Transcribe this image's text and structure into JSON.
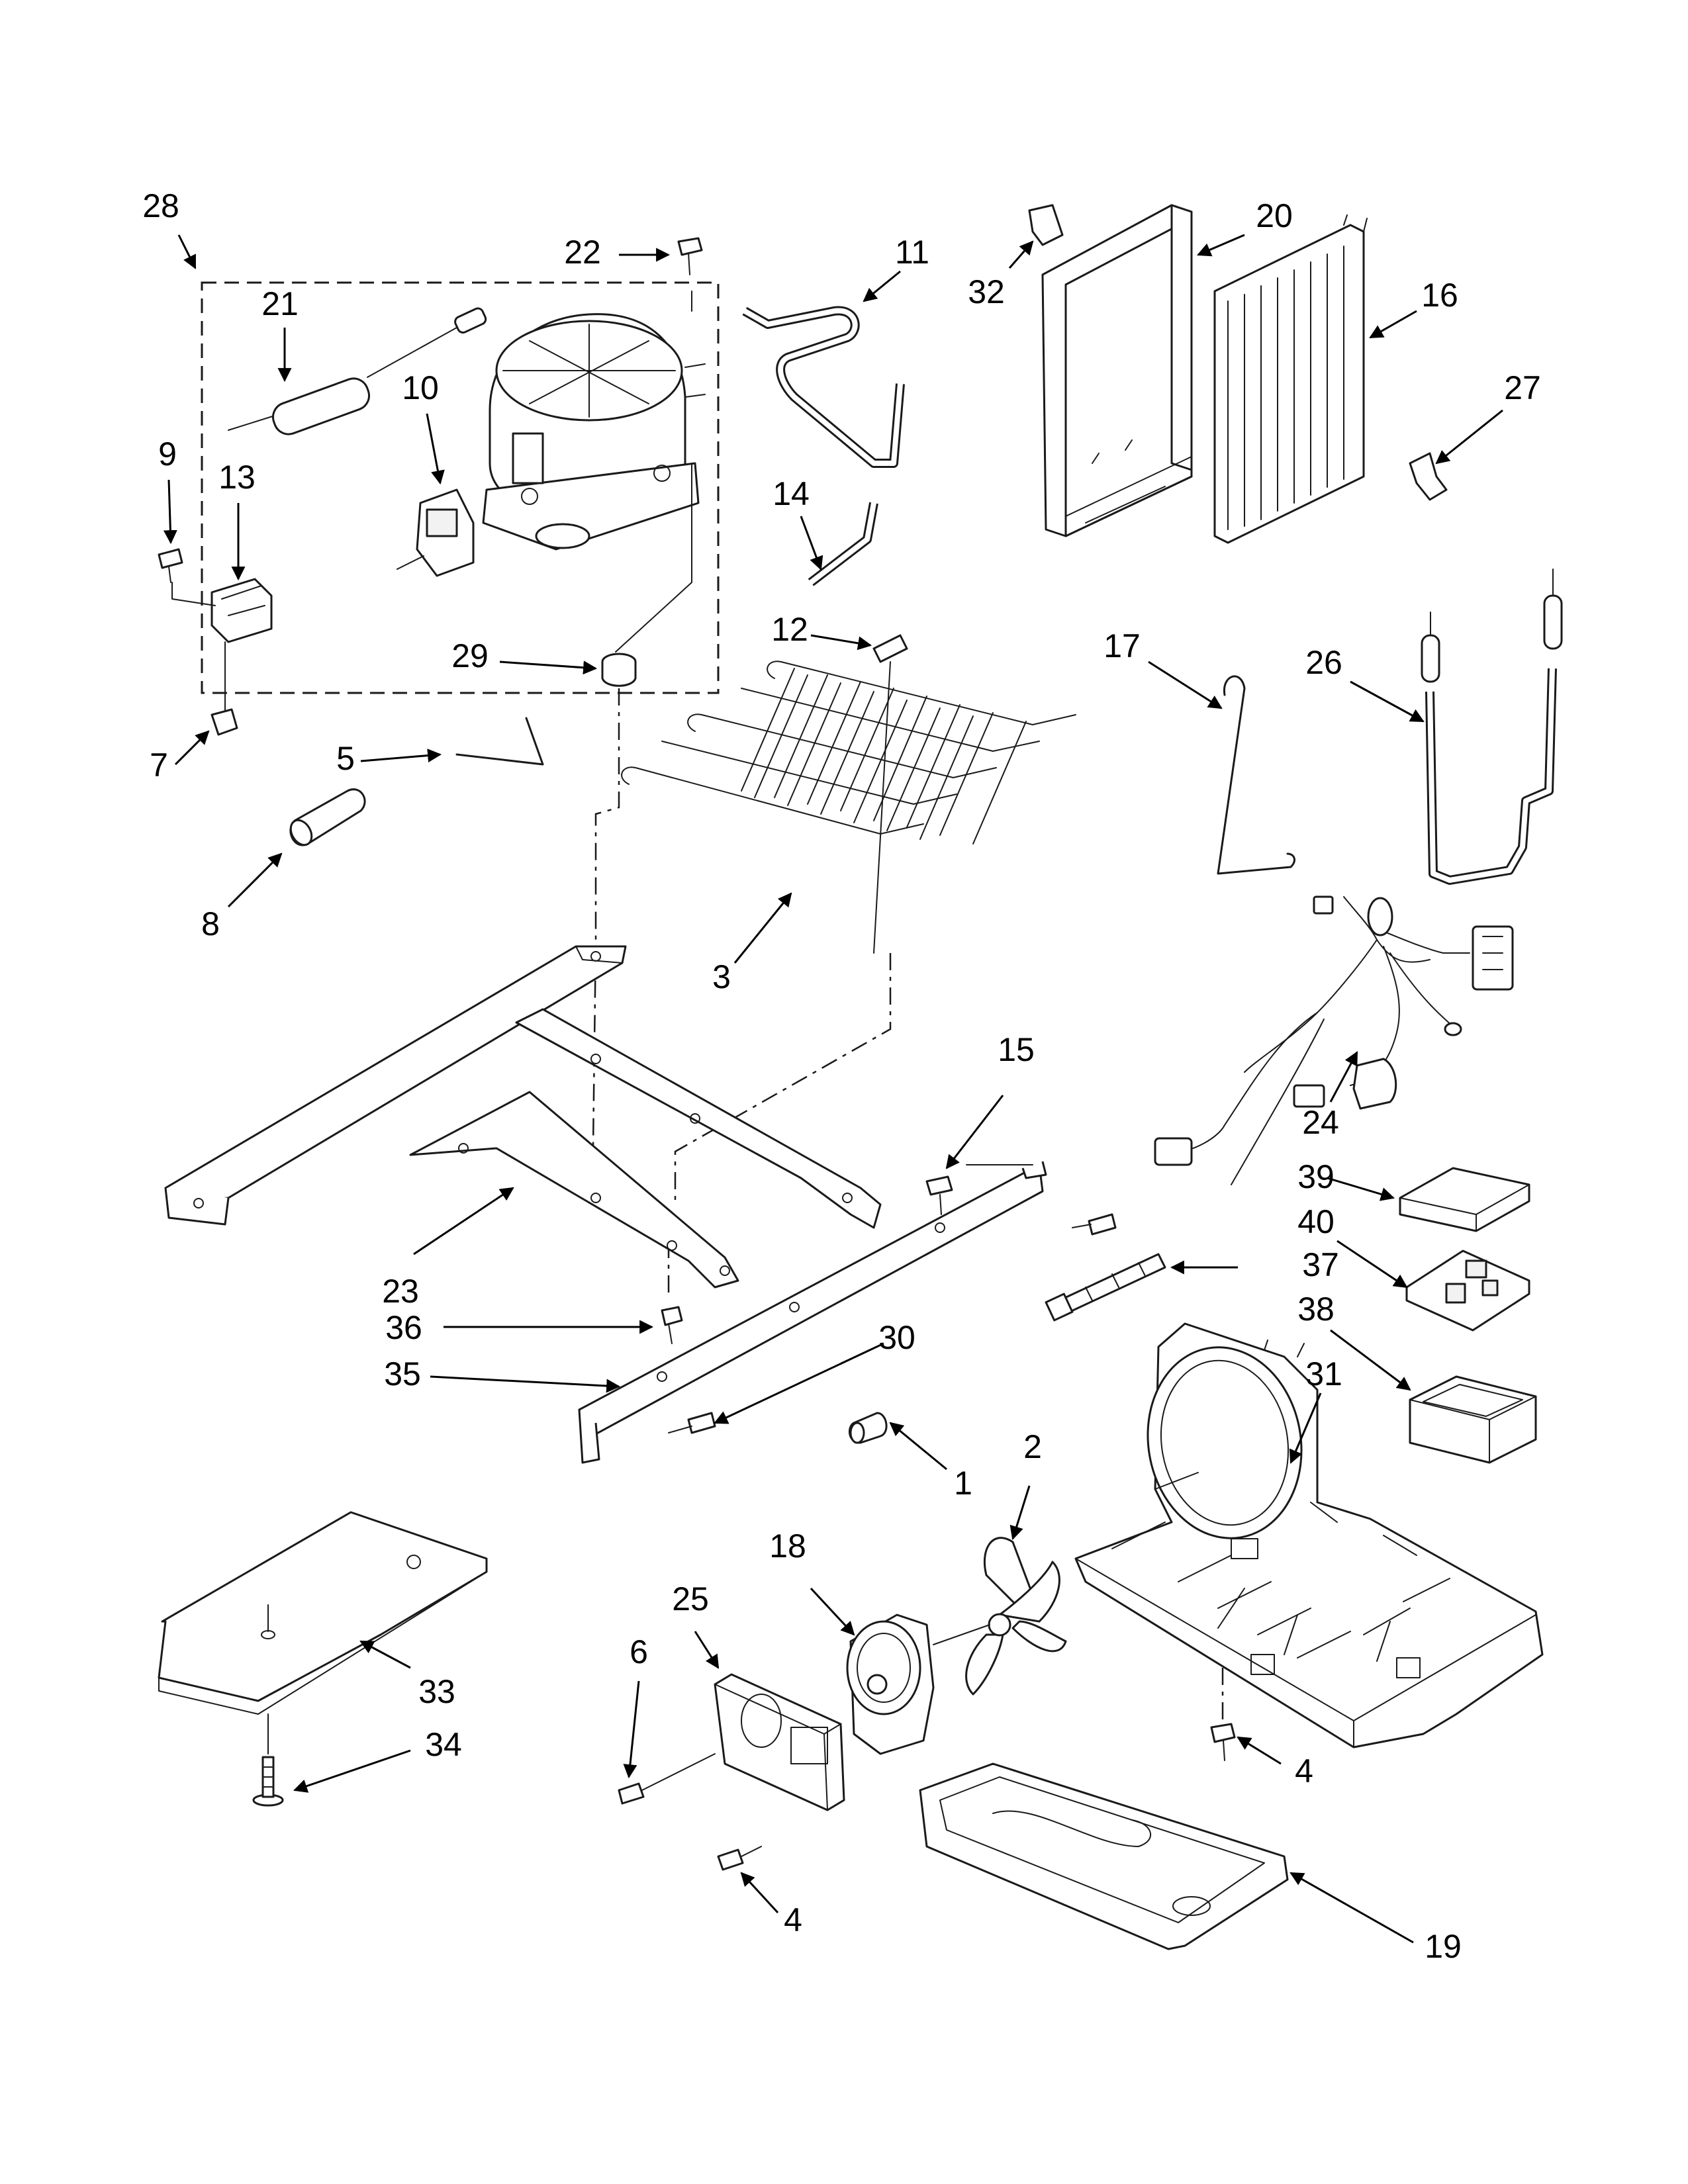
{
  "diagram": {
    "callouts": [
      {
        "id": "28",
        "text": "28"
      },
      {
        "id": "22",
        "text": "22"
      },
      {
        "id": "11",
        "text": "11"
      },
      {
        "id": "32",
        "text": "32"
      },
      {
        "id": "20",
        "text": "20"
      },
      {
        "id": "16",
        "text": "16"
      },
      {
        "id": "27",
        "text": "27"
      },
      {
        "id": "21",
        "text": "21"
      },
      {
        "id": "10",
        "text": "10"
      },
      {
        "id": "9",
        "text": "9"
      },
      {
        "id": "13",
        "text": "13"
      },
      {
        "id": "14",
        "text": "14"
      },
      {
        "id": "12",
        "text": "12"
      },
      {
        "id": "29",
        "text": "29"
      },
      {
        "id": "17",
        "text": "17"
      },
      {
        "id": "26",
        "text": "26"
      },
      {
        "id": "7",
        "text": "7"
      },
      {
        "id": "5",
        "text": "5"
      },
      {
        "id": "8",
        "text": "8"
      },
      {
        "id": "3",
        "text": "3"
      },
      {
        "id": "15",
        "text": "15"
      },
      {
        "id": "24",
        "text": "24"
      },
      {
        "id": "39",
        "text": "39"
      },
      {
        "id": "40",
        "text": "40"
      },
      {
        "id": "37",
        "text": "37"
      },
      {
        "id": "38",
        "text": "38"
      },
      {
        "id": "23",
        "text": "23"
      },
      {
        "id": "36",
        "text": "36"
      },
      {
        "id": "30",
        "text": "30"
      },
      {
        "id": "31",
        "text": "31"
      },
      {
        "id": "35",
        "text": "35"
      },
      {
        "id": "1",
        "text": "1"
      },
      {
        "id": "2",
        "text": "2"
      },
      {
        "id": "18",
        "text": "18"
      },
      {
        "id": "25",
        "text": "25"
      },
      {
        "id": "6",
        "text": "6"
      },
      {
        "id": "33",
        "text": "33"
      },
      {
        "id": "34",
        "text": "34"
      },
      {
        "id": "4a",
        "text": "4"
      },
      {
        "id": "4b",
        "text": "4"
      },
      {
        "id": "19",
        "text": "19"
      }
    ]
  }
}
